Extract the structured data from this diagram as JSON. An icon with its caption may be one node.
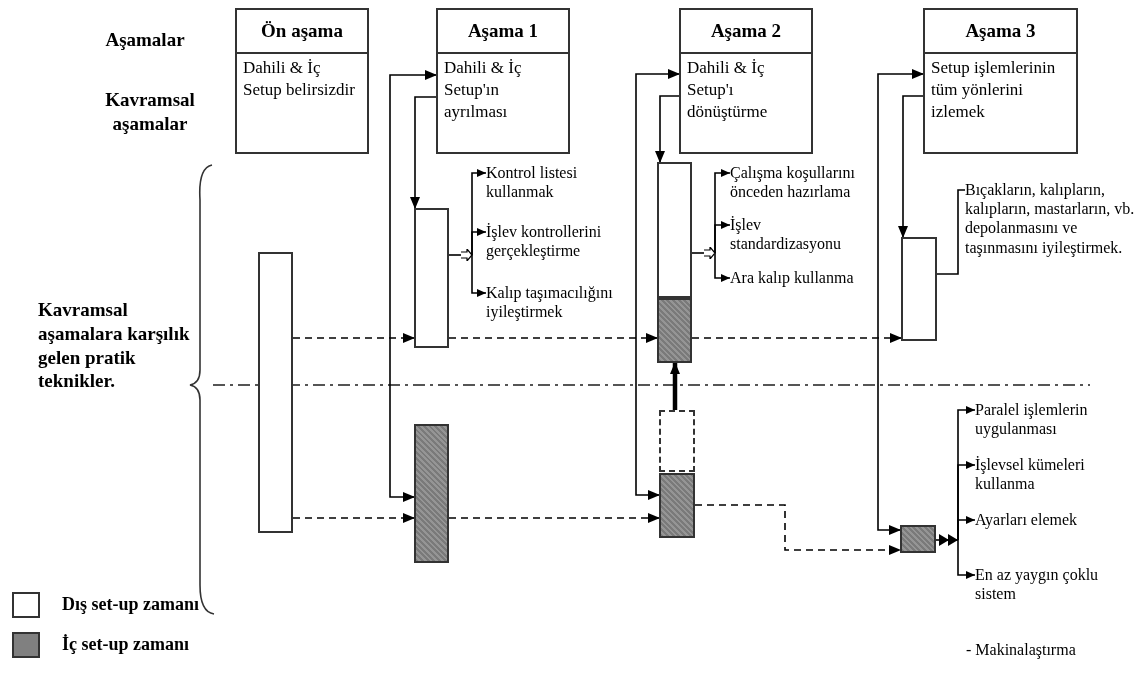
{
  "diagram": {
    "nodes": [
      {
        "text": [
          "Ön aşama",
          "Dahili & İç Setup belirsizdir"
        ]
      },
      {
        "text": [
          "Aşama 1",
          "Dahili & İç Setup'ın ayrılması"
        ]
      },
      {
        "text": [
          "Aşama 2",
          "Dahili & İç Setup'ı dönüştürme"
        ]
      },
      {
        "text": [
          "Aşama 3",
          "Setup işlemlerinin tüm yönlerini izlemek"
        ]
      },
      {
        "text": [],
        "shape": "bar"
      },
      {
        "text": [],
        "shape": "bar"
      },
      {
        "text": [],
        "shape": "bar"
      },
      {
        "text": [],
        "shape": "bar"
      },
      {
        "text": [],
        "shape": "bar"
      },
      {
        "text": [],
        "shape": "bar"
      },
      {
        "text": [],
        "shape": "bar"
      },
      {
        "text": [],
        "shape": "bar"
      },
      {
        "text": [],
        "shape": "bar"
      },
      {
        "text": [
          "Kontrol listesi kullanmak"
        ]
      },
      {
        "text": [
          "İşlev kontrollerini gerçekleştirme"
        ]
      },
      {
        "text": [
          "Kalıp taşımacılığını iyileştirmek"
        ]
      },
      {
        "text": [
          "Çalışma koşullarını önceden hazırlama"
        ]
      },
      {
        "text": [
          "İşlev standardizasyonu"
        ]
      },
      {
        "text": [
          "Ara kalıp kullanma"
        ]
      },
      {
        "text": [
          "Bıçakların, kalıpların, kalıpların, mastarların, vb. depolanmasını ve taşınmasını iyileştirmek."
        ]
      },
      {
        "text": [
          "Paralel işlemlerin uygulanması"
        ]
      },
      {
        "text": [
          "İşlevsel kümeleri kullanma"
        ]
      },
      {
        "text": [
          "Ayarları elemek"
        ]
      },
      {
        "text": [
          "En az yaygın çoklu sistem"
        ]
      }
    ],
    "edges": [
      {
        "from": 1,
        "to": 6,
        "arrow": "both"
      },
      {
        "from": 1,
        "to": 5,
        "arrow": "to"
      },
      {
        "from": 2,
        "to": 10,
        "arrow": "both"
      },
      {
        "from": 2,
        "to": 7,
        "arrow": "to"
      },
      {
        "from": 3,
        "to": 12,
        "arrow": "both"
      },
      {
        "from": 3,
        "to": 11,
        "arrow": "to"
      },
      {
        "from": 4,
        "to": 5,
        "arrow": "to",
        "style": "dashed"
      },
      {
        "from": 4,
        "to": 6,
        "arrow": "to",
        "style": "dashed"
      },
      {
        "from": 5,
        "to": 8,
        "arrow": "to",
        "style": "dashed"
      },
      {
        "from": 6,
        "to": 10,
        "arrow": "to",
        "style": "dashed"
      },
      {
        "from": 8,
        "to": 11,
        "arrow": "to",
        "style": "dashed"
      },
      {
        "from": 10,
        "to": 12,
        "arrow": "to",
        "style": "dashed"
      },
      {
        "from": 9,
        "to": 8,
        "arrow": "to",
        "style": "thick"
      },
      {
        "from": 5,
        "to": 13,
        "arrow": "to"
      },
      {
        "from": 5,
        "to": 14,
        "arrow": "to"
      },
      {
        "from": 5,
        "to": 15,
        "arrow": "to"
      },
      {
        "from": 7,
        "to": 16,
        "arrow": "to"
      },
      {
        "from": 7,
        "to": 17,
        "arrow": "to"
      },
      {
        "from": 7,
        "to": 18,
        "arrow": "to"
      },
      {
        "from": 11,
        "to": 19,
        "arrow": "none"
      },
      {
        "from": 12,
        "to": 20,
        "arrow": "to"
      },
      {
        "from": 12,
        "to": 21,
        "arrow": "to"
      },
      {
        "from": 12,
        "to": 22,
        "arrow": "to"
      },
      {
        "from": 12,
        "to": 23,
        "arrow": "to"
      }
    ],
    "labels": [
      "Aşamalar",
      "Kavramsal aşamalar",
      "Kavramsal aşamalara karşılık gelen pratik teknikler.",
      "- Makinalaştırma"
    ],
    "legend": [
      {
        "text": "Dış set-up zamanı",
        "color": "#ffffff"
      },
      {
        "text": "İç set-up zamanı",
        "color": "#808080"
      }
    ]
  }
}
